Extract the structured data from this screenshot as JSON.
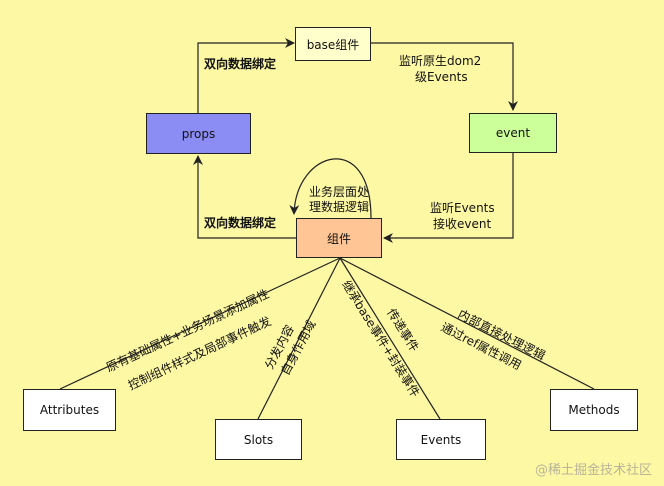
{
  "colors": {
    "background": "#fdf8a3",
    "base": "#ffffcc",
    "props": "#8c8cf5",
    "event": "#ccff99",
    "component": "#ffc594",
    "leaf": "#ffffff",
    "line": "#222222"
  },
  "nodes": {
    "base": "base组件",
    "props": "props",
    "event": "event",
    "component": "组件",
    "attributes": "Attributes",
    "slots": "Slots",
    "events": "Events",
    "methods": "Methods"
  },
  "edges": {
    "props_to_base": "双向数据绑定",
    "base_to_event": [
      "监听原生dom2",
      "级Events"
    ],
    "event_to_component": [
      "监听Events",
      "接收event"
    ],
    "component_to_props": "双向数据绑定",
    "component_self": [
      "业务层面处",
      "理数据逻辑"
    ],
    "to_attributes": [
      "原有基础属性+业务场景添加属性",
      "控制组件样式及局部事件触发"
    ],
    "to_slots": [
      "分发内容",
      "自身作用域"
    ],
    "to_events_a": "继承base事件+封装事件",
    "to_events_b": "传递事件",
    "to_methods": [
      "内部直接处理逻辑",
      "通过ref属性调用"
    ]
  },
  "watermark": "@稀土掘金技术社区"
}
